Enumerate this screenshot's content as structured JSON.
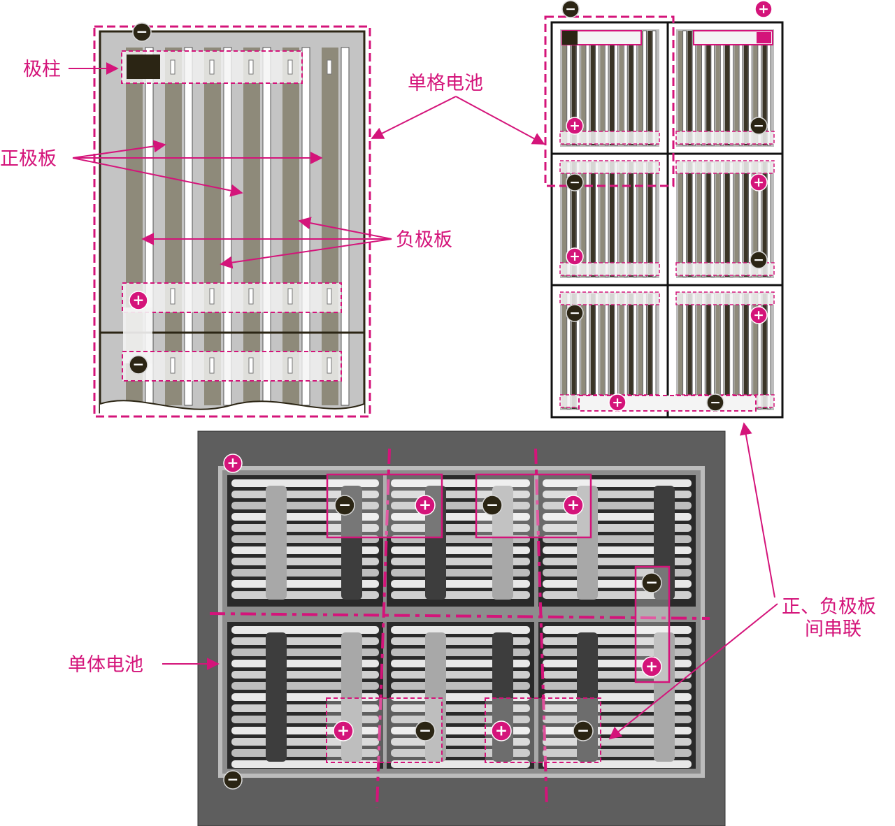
{
  "labels": {
    "terminal": "极柱",
    "cell": "单格电池",
    "positive_plate": "正极板",
    "negative_plate": "负极板",
    "series_line1": "正、负极板",
    "series_line2": "间串联",
    "single_battery": "单体电池"
  },
  "symbols": {
    "plus": "+",
    "minus": "−"
  },
  "colors": {
    "accent": "#d4147a",
    "positive_plate": "#3a3426",
    "negative_plate": "#8e8a7a",
    "separator": "#ffffff",
    "case": "#bdbdbd",
    "dark": "#2b2514"
  }
}
